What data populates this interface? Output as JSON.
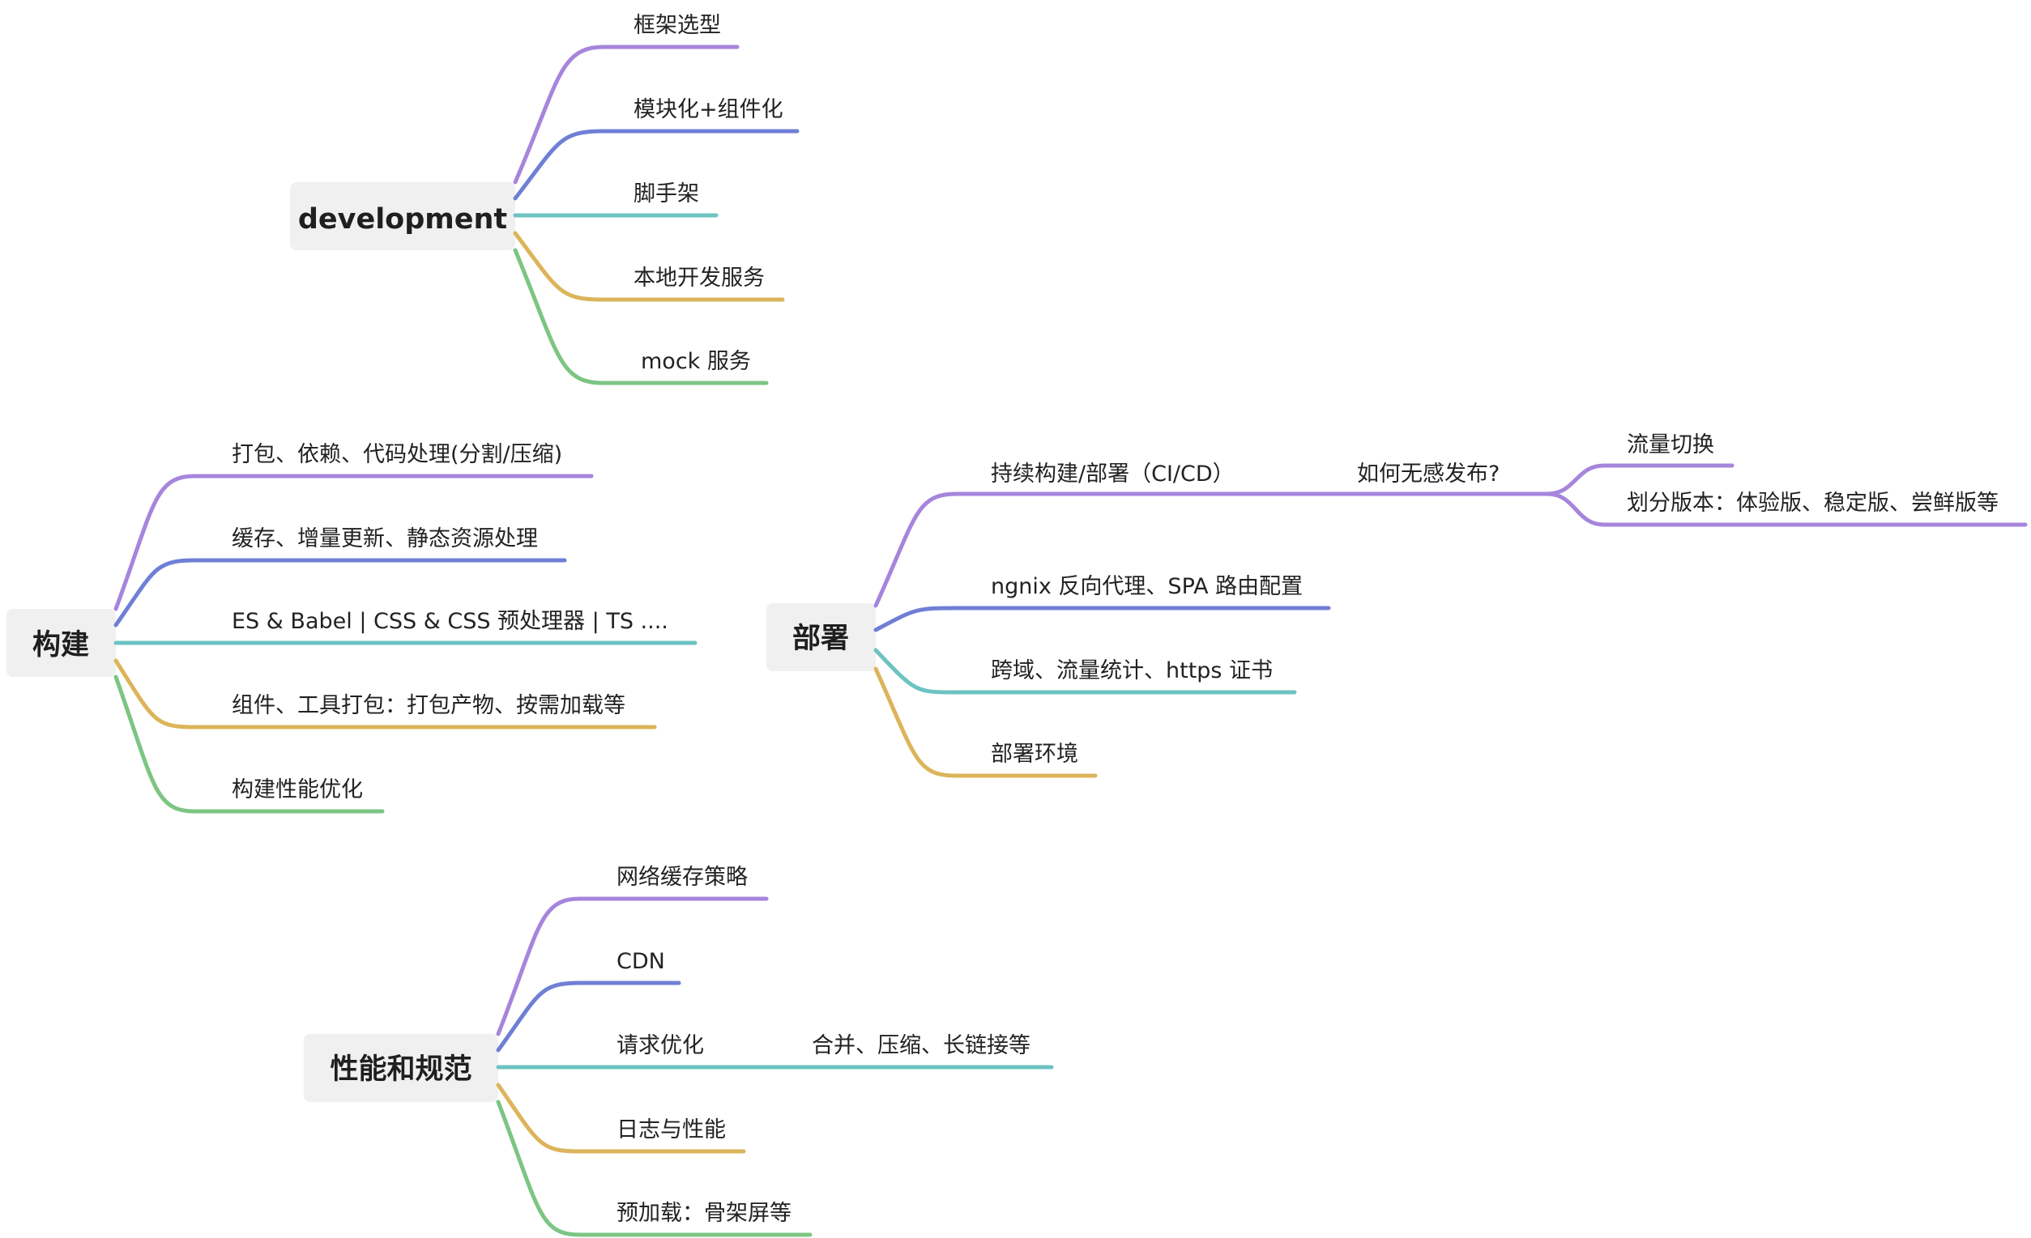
{
  "palette": [
    "#a685dc",
    "#6f7fd6",
    "#6cc3c2",
    "#dcb45a",
    "#7cc583"
  ],
  "mindmap": {
    "groups": [
      {
        "title": "development",
        "children": [
          {
            "label": "框架选型",
            "color": "#a685dc"
          },
          {
            "label": "模块化+组件化",
            "color": "#6f7fd6"
          },
          {
            "label": "脚手架",
            "color": "#6cc3c2"
          },
          {
            "label": "本地开发服务",
            "color": "#dcb45a"
          },
          {
            "label": "mock 服务",
            "color": "#7cc583"
          }
        ]
      },
      {
        "title": "构建",
        "children": [
          {
            "label": "打包、依赖、代码处理(分割/压缩)",
            "color": "#a685dc"
          },
          {
            "label": "缓存、增量更新、静态资源处理",
            "color": "#6f7fd6"
          },
          {
            "label": "ES & Babel | CSS & CSS 预处理器 | TS ....",
            "color": "#6cc3c2"
          },
          {
            "label": "组件、工具打包：打包产物、按需加载等",
            "color": "#dcb45a"
          },
          {
            "label": "构建性能优化",
            "color": "#7cc583"
          }
        ]
      },
      {
        "title": "部署",
        "children": [
          {
            "label": "持续构建/部署（CI/CD）",
            "color": "#a685dc",
            "child": {
              "label": "如何无感发布?",
              "children": [
                {
                  "label": "流量切换"
                },
                {
                  "label": "划分版本：体验版、稳定版、尝鲜版等"
                }
              ]
            }
          },
          {
            "label": "ngnix 反向代理、SPA 路由配置",
            "color": "#6f7fd6"
          },
          {
            "label": "跨域、流量统计、https 证书",
            "color": "#6cc3c2"
          },
          {
            "label": "部署环境",
            "color": "#dcb45a"
          }
        ]
      },
      {
        "title": "性能和规范",
        "children": [
          {
            "label": "网络缓存策略",
            "color": "#a685dc"
          },
          {
            "label": "CDN",
            "color": "#6f7fd6"
          },
          {
            "label": "请求优化",
            "color": "#6cc3c2",
            "child": {
              "label": "合并、压缩、长链接等"
            }
          },
          {
            "label": "日志与性能",
            "color": "#dcb45a"
          },
          {
            "label": "预加载：骨架屏等",
            "color": "#7cc583"
          }
        ]
      }
    ]
  }
}
